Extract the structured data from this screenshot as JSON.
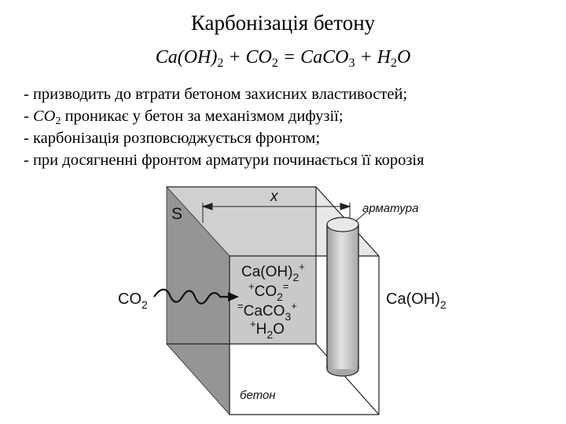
{
  "title": "Карбонізація бетону",
  "equation": {
    "parts": [
      "Ca(OH)",
      "2",
      " + CO",
      "2",
      " = CaCO",
      "3",
      " + H",
      "2",
      "O"
    ]
  },
  "bullets": [
    {
      "prefix": "- ",
      "text": "призводить до втрати бетоном захисних властивостей;"
    },
    {
      "prefix": "- ",
      "formula": "CO",
      "sub": "2",
      "text": " проникає у бетон за механізмом дифузії;"
    },
    {
      "prefix": "- ",
      "text": "карбонізація розповсюджується фронтом;"
    },
    {
      "prefix": "- ",
      "text": "при досягненні фронтом арматури починається її корозія"
    }
  ],
  "diagram": {
    "surface_label": "S",
    "distance_label": "x",
    "rebar_label": "арматура",
    "concrete_label": "бетон",
    "co2_label": {
      "main": "CO",
      "sub": "2"
    },
    "right_label": {
      "main": "Ca(OH)",
      "sub": "2"
    },
    "reaction": {
      "line1": {
        "main": "Ca(OH)",
        "sub": "2",
        "sup": "+"
      },
      "line2": {
        "pre": "+",
        "main": "CO",
        "sub": "2",
        "sup": "="
      },
      "line3": {
        "pre": "=",
        "main": "CaCO",
        "sub": "3",
        "sup": "+"
      },
      "line4": {
        "pre": "+",
        "main": "H",
        "sub": "2",
        "post": "O"
      }
    },
    "colors": {
      "surface_fill": "#9a9a9a",
      "carbonated_fill": "#c6c6c6",
      "rebar_fill": "#bdbdbd"
    }
  }
}
